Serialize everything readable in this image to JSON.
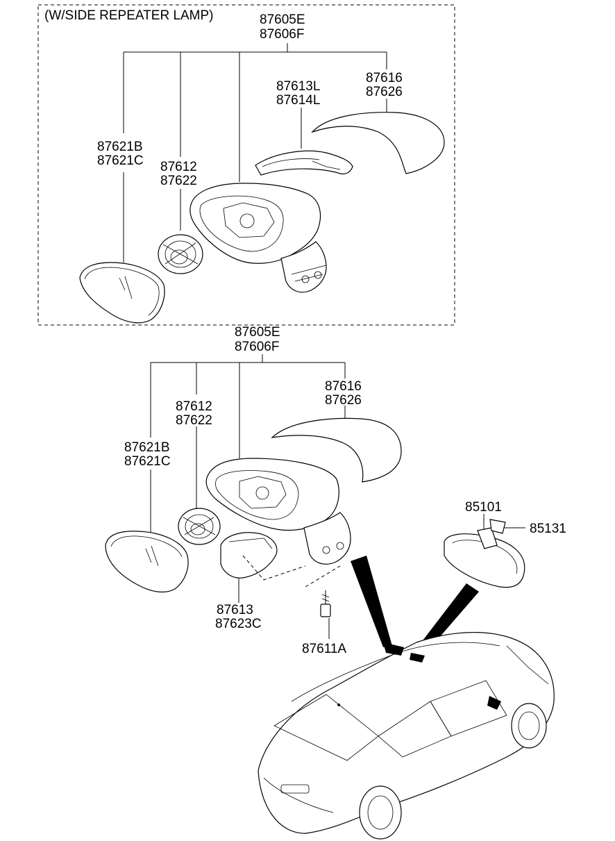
{
  "diagram": {
    "upper": {
      "title": "(W/SIDE REPEATER LAMP)",
      "assembly": [
        "87605E",
        "87606F"
      ],
      "cover": [
        "87616",
        "87626"
      ],
      "repeater": [
        "87613L",
        "87614L"
      ],
      "glass": [
        "87621B",
        "87621C"
      ],
      "actuator": [
        "87612",
        "87622"
      ]
    },
    "lower": {
      "assembly": [
        "87605E",
        "87606F"
      ],
      "cover": [
        "87616",
        "87626"
      ],
      "actuator": [
        "87612",
        "87622"
      ],
      "glass": [
        "87621B",
        "87621C"
      ],
      "garnish": [
        "87613",
        "87623C"
      ],
      "bolt": "87611A",
      "inside_mirror": "85101",
      "mirror_cover": "85131"
    }
  }
}
